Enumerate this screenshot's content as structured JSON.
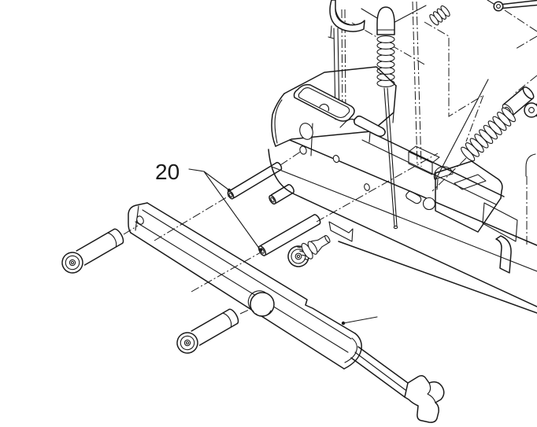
{
  "diagram": {
    "type": "exploded-parts-diagram",
    "background_color": "#ffffff",
    "line_color": "#1a1a1a",
    "callouts": [
      {
        "label": "20",
        "points_to": "locking-pins"
      }
    ],
    "parts": [
      "trigger",
      "detent-plunger-with-spring",
      "pivot-pin-top-right",
      "right-plunger",
      "right-coil-spring",
      "receiver-housing",
      "locking-pins-group-20",
      "knurled-roller",
      "slide-catch-rail",
      "hook-arm",
      "flanged-pin-left",
      "flanged-pin-lower"
    ]
  }
}
